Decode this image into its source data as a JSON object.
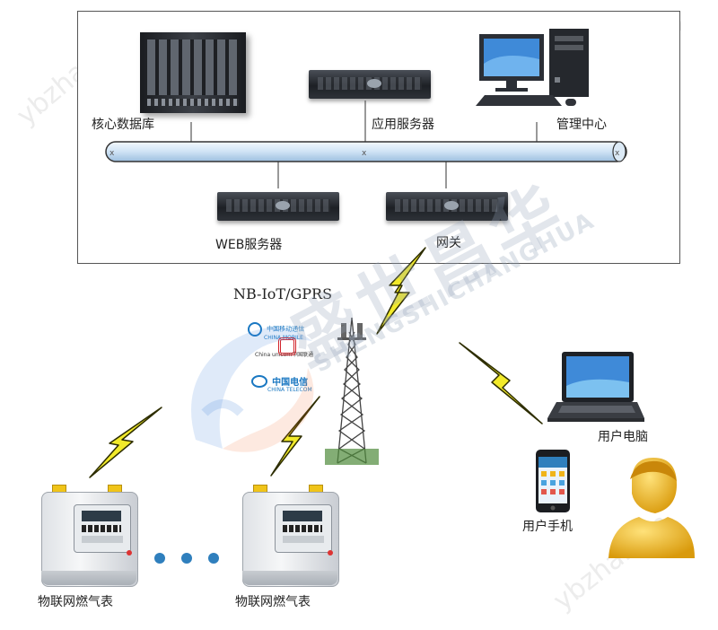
{
  "labels": {
    "core_db": "核心数据库",
    "app_server": "应用服务器",
    "mgmt_center": "管理中心",
    "web_server": "WEB服务器",
    "gateway": "网关",
    "network": "NB-IoT/GPRS",
    "user_pc": "用户电脑",
    "user_phone": "用户手机",
    "meter_1": "物联网燃气表",
    "meter_2": "物联网燃气表"
  },
  "watermark": {
    "brand_cn": "盛世昌华",
    "brand_en": "SHENGSHICHANGHUA",
    "site": "ybzhan.cn"
  },
  "carriers": {
    "china_mobile": "中国移动通信",
    "china_mobile_en": "CHINA MOBILE",
    "china_unicom": "China unicom中国联通",
    "china_telecom": "中国电信",
    "china_telecom_en": "CHINA TELECOM"
  },
  "colors": {
    "bus_pipe": "#cfe3f5",
    "bolt_yellow": "#f2ea2a",
    "bolt_outline": "#2d2d00",
    "meter_cap": "#f0c419",
    "dot_blue": "#2f7fbd",
    "person_gold": "#f0b419"
  }
}
